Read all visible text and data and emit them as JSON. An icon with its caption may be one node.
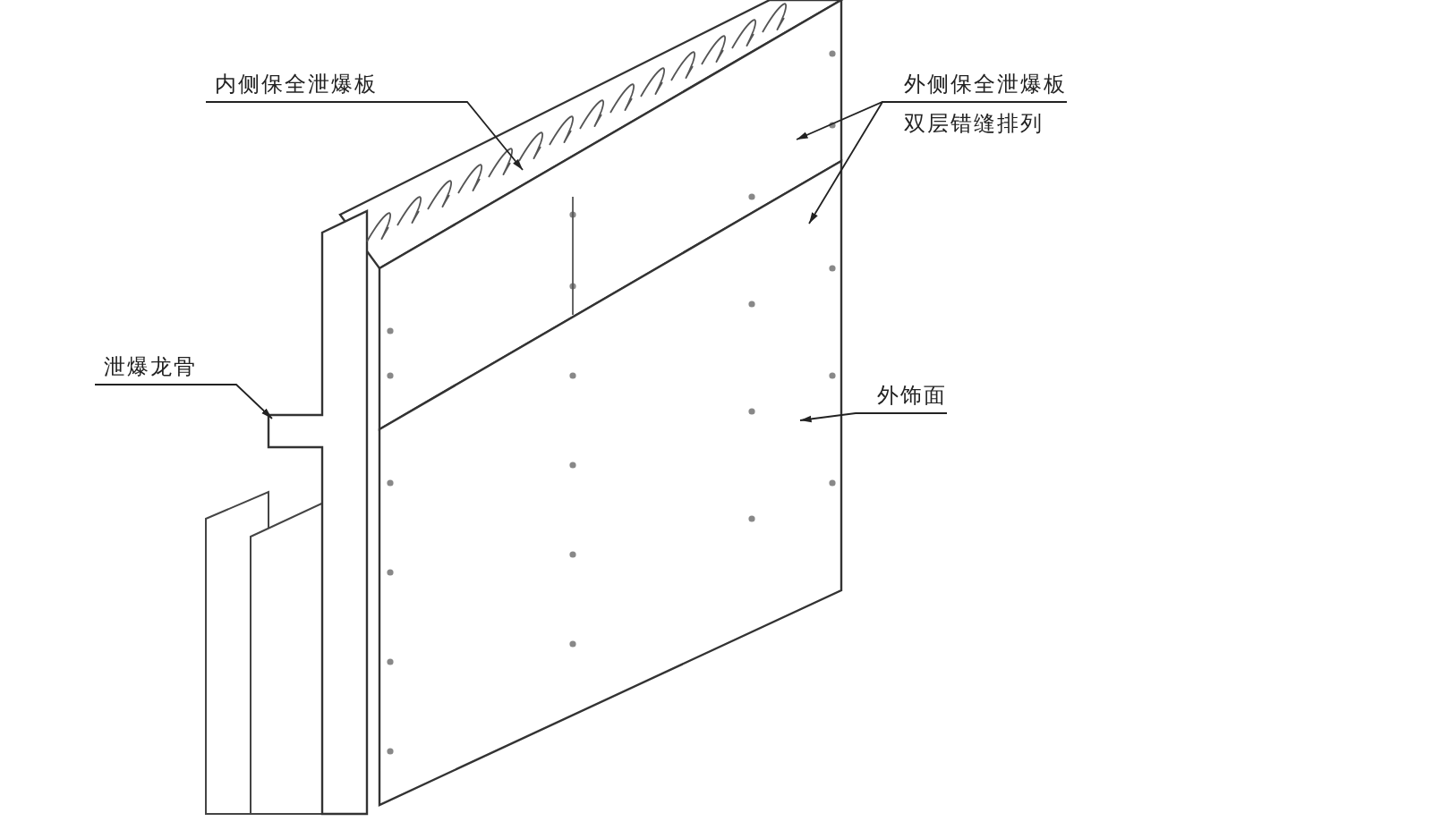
{
  "diagram": {
    "nodes": [
      {
        "text": [
          "内侧保全泄爆板"
        ]
      },
      {
        "text": [],
        "shape": "box"
      },
      {
        "text": [
          "外侧保全泄爆板",
          "双层错缝排列"
        ]
      },
      {
        "text": [],
        "shape": "box"
      },
      {
        "text": [],
        "shape": "box"
      },
      {
        "text": [
          "泄爆龙骨"
        ]
      },
      {
        "text": [],
        "shape": "box"
      },
      {
        "text": [
          "外饰面"
        ]
      }
    ],
    "edges": [
      {
        "from": 0,
        "to": 1,
        "arrow": "to"
      },
      {
        "from": 2,
        "to": 3,
        "arrow": "to"
      },
      {
        "from": 2,
        "to": 4,
        "arrow": "to"
      },
      {
        "from": 5,
        "to": 6,
        "arrow": "to"
      },
      {
        "from": 7,
        "to": 4,
        "arrow": "to"
      }
    ]
  }
}
